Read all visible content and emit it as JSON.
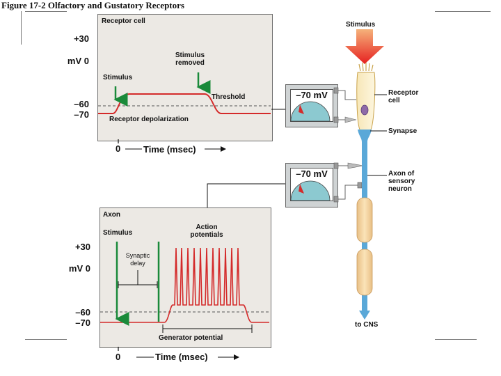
{
  "figure_title": "Figure 17-2  Olfactory and Gustatory Receptors",
  "top_panel": {
    "heading": "Receptor cell",
    "ticks": {
      "plus30": "+30",
      "zero": "mV 0",
      "minus60": "–60",
      "minus70": "–70"
    },
    "stimulus_label": "Stimulus",
    "stimulus_removed_label": "Stimulus\nremoved",
    "threshold_label": "Threshold",
    "depolarization_label": "Receptor depolarization",
    "axis_zero": "0",
    "axis_label": "Time (msec)"
  },
  "bottom_panel": {
    "heading": "Axon",
    "stimulus_label": "Stimulus",
    "action_potentials_label": "Action\npotentials",
    "synaptic_delay_label": "Synaptic\ndelay",
    "generator_potential_label": "Generator potential",
    "ticks": {
      "plus30": "+30",
      "zero": "mV 0",
      "minus60": "–60",
      "minus70": "–70"
    },
    "axis_zero": "0",
    "axis_label": "Time (msec)"
  },
  "meters": {
    "top_reading": "–70 mV",
    "bottom_reading": "–70 mV"
  },
  "neuron": {
    "stimulus_label": "Stimulus",
    "receptor_cell_label": "Receptor\ncell",
    "synapse_label": "Synapse",
    "axon_label": "Axon of\nsensory\nneuron",
    "to_cns_label": "to CNS"
  },
  "colors": {
    "trace": "#d42a2a",
    "stimulus_arrow": "#1a8a3a",
    "axon": "#5aa8d8",
    "myelin": "#f2d2a0",
    "panel_bg": "#ece9e4",
    "meter_dial": "#8cc9d0"
  }
}
